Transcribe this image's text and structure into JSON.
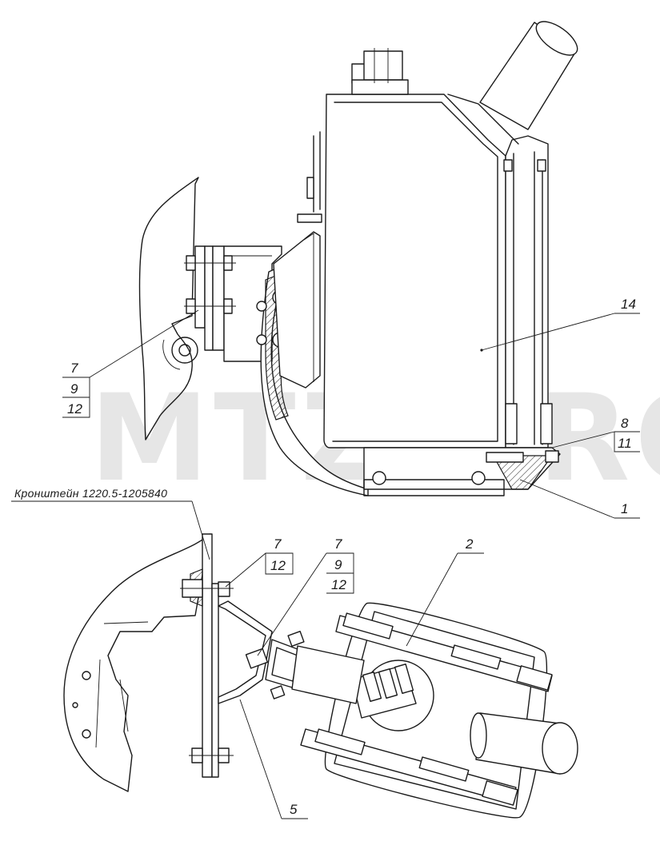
{
  "watermark": "MTZ-PRO",
  "caption": "Кронштейн  1220.5-1205840",
  "callouts": {
    "upper_left": [
      "7",
      "9",
      "12"
    ],
    "tank": "14",
    "upper_right": [
      "8",
      "11"
    ],
    "bracket_upper": "1",
    "lower_a": [
      "7",
      "12"
    ],
    "lower_b": [
      "7",
      "9",
      "12"
    ],
    "tank_lower": "2",
    "bracket_lower": "5"
  }
}
